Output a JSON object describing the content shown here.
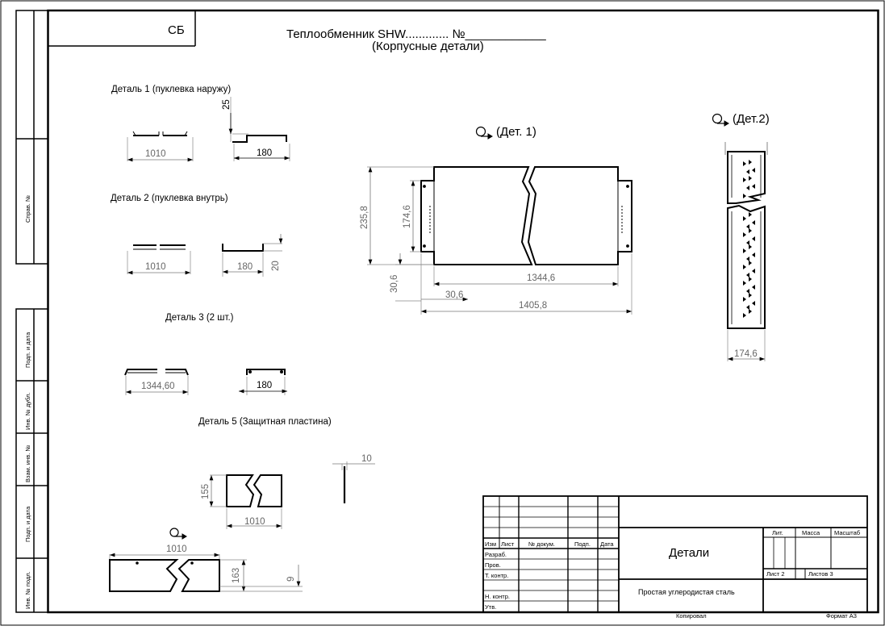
{
  "sheet": {
    "code": "СБ",
    "title": "Теплообменник SHW............. №____________",
    "subtitle": "(Корпусные детали)",
    "format": "Формат А3",
    "copied": "Копировал"
  },
  "side_strip": [
    "Справ. №",
    "Подп. и дата",
    "Инв. № дубл.",
    "Взам. инв. №",
    "Подп. и дата",
    "Инв. № подл."
  ],
  "parts": {
    "p1": {
      "label": "Деталь 1 (пуклевка наружу)",
      "len": "1010",
      "height": "25",
      "width": "180"
    },
    "p2": {
      "label": "Деталь 2 (пуклевка внутрь)",
      "len": "1010",
      "width": "180",
      "height": "20"
    },
    "p3": {
      "label": "Деталь 3  (2 шт.)",
      "len": "1344,60",
      "width": "180"
    },
    "p5": {
      "label": "Деталь 5 (Защитная пластина)",
      "h": "155",
      "w": "1010",
      "t": "10"
    },
    "bottom": {
      "len": "1010",
      "h": "163",
      "hole": "9"
    },
    "det1": {
      "label": "(Дет. 1)",
      "h_outer": "235,8",
      "h_inner": "174,6",
      "edge": "30,6",
      "len_inner": "1344,6",
      "flange": "30,6",
      "len_total": "1405,8"
    },
    "det2": {
      "label": "(Дет.2)",
      "width": "174,6"
    }
  },
  "stamp": {
    "name": "Детали",
    "material": "Простая углеродистая сталь",
    "cols": [
      "Изм",
      "Лист",
      "№ докум.",
      "Подп.",
      "Дата"
    ],
    "rows": [
      "Разраб.",
      "Пров.",
      "Т. контр.",
      "",
      "Н. контр.",
      "Утв."
    ],
    "lit": "Лит.",
    "mass": "Масса",
    "scale": "Масштаб",
    "sheet": "Лист 2",
    "sheets": "Листов 3"
  }
}
